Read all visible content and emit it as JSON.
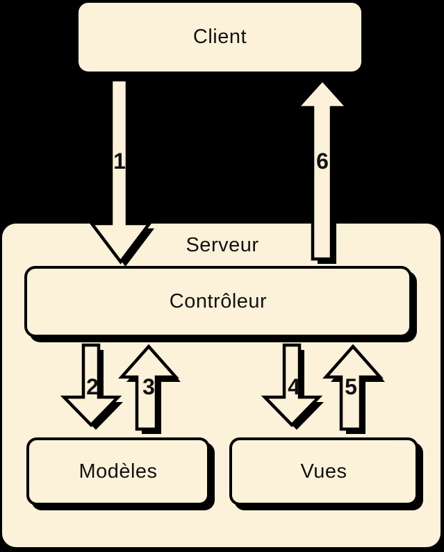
{
  "colors": {
    "background": "#000000",
    "box_fill": "#FCF2D9",
    "outline": "#000000",
    "text": "#111111"
  },
  "boxes": {
    "client": {
      "label": "Client"
    },
    "server": {
      "label": "Serveur"
    },
    "controller": {
      "label": "Contrôleur"
    },
    "models": {
      "label": "Modèles"
    },
    "views": {
      "label": "Vues"
    }
  },
  "arrows": [
    {
      "label": "1",
      "direction": "down",
      "from": "Client",
      "to": "Contrôleur"
    },
    {
      "label": "2",
      "direction": "down",
      "from": "Contrôleur",
      "to": "Modèles"
    },
    {
      "label": "3",
      "direction": "up",
      "from": "Modèles",
      "to": "Contrôleur"
    },
    {
      "label": "4",
      "direction": "down",
      "from": "Contrôleur",
      "to": "Vues"
    },
    {
      "label": "5",
      "direction": "up",
      "from": "Vues",
      "to": "Contrôleur"
    },
    {
      "label": "6",
      "direction": "up",
      "from": "Contrôleur",
      "to": "Client"
    }
  ]
}
